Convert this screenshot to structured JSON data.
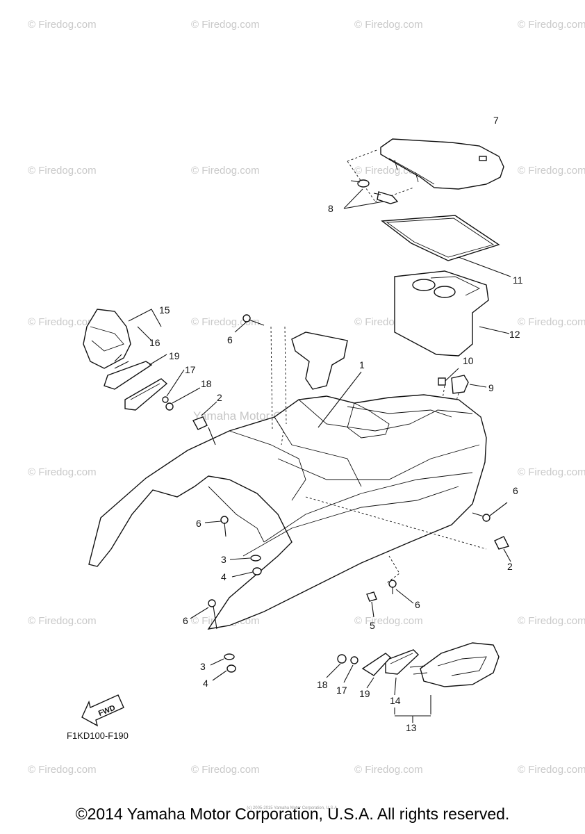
{
  "diagram": {
    "code": "F1KD100-F190",
    "fwd_label": "FWD",
    "watermark": "© Firedog.com",
    "center_watermark": "Yamaha Motor Corp. U.S.A.",
    "callouts": {
      "c1": "1",
      "c2a": "2",
      "c2b": "2",
      "c3a": "3",
      "c3b": "3",
      "c4a": "4",
      "c4b": "4",
      "c5": "5",
      "c6a": "6",
      "c6b": "6",
      "c6c": "6",
      "c6d": "6",
      "c6e": "6",
      "c7": "7",
      "c8": "8",
      "c9": "9",
      "c10": "10",
      "c11": "11",
      "c12": "12",
      "c13": "13",
      "c14": "14",
      "c15": "15",
      "c16": "16",
      "c17a": "17",
      "c17b": "17",
      "c18a": "18",
      "c18b": "18",
      "c19a": "19",
      "c19b": "19"
    }
  },
  "footer": {
    "copyright": "©2014 Yamaha Motor Corporation, U.S.A. All rights reserved.",
    "small_notice": "(c) 2005-2015 Yamaha Motor Corporation, U.S.A."
  }
}
